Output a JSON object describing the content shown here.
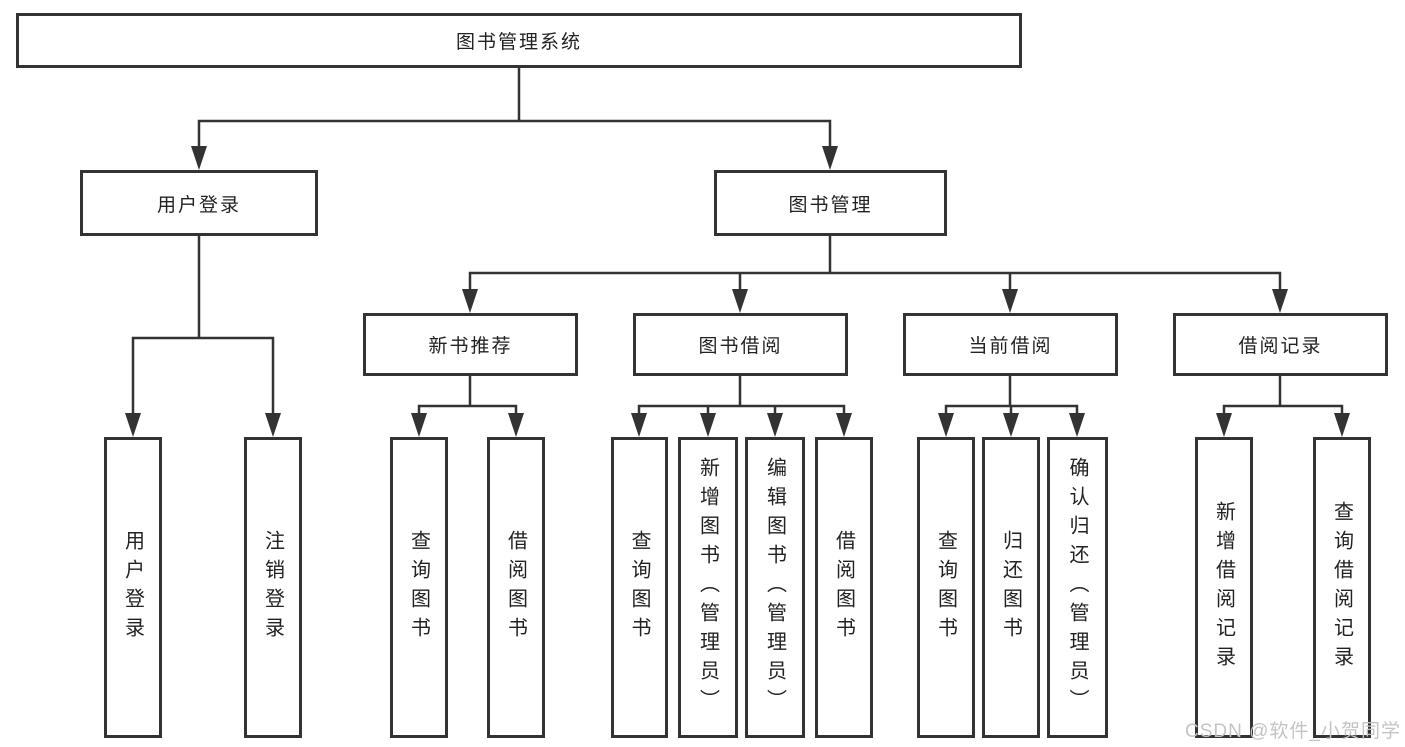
{
  "diagram": {
    "root": "图书管理系统",
    "login_branch": {
      "label": "用户登录",
      "children": [
        "用户登录",
        "注销登录"
      ]
    },
    "mgmt_branch": {
      "label": "图书管理",
      "groups": [
        {
          "label": "新书推荐",
          "children": [
            "查询图书",
            "借阅图书"
          ]
        },
        {
          "label": "图书借阅",
          "children": [
            "查询图书",
            "新增图书（管理员）",
            "编辑图书（管理员）",
            "借阅图书"
          ]
        },
        {
          "label": "当前借阅",
          "children": [
            "查询图书",
            "归还图书",
            "确认归还（管理员）"
          ]
        },
        {
          "label": "借阅记录",
          "children": [
            "新增借阅记录",
            "查询借阅记录"
          ]
        }
      ]
    }
  },
  "watermark": "CSDN @软件_小贺同学",
  "colors": {
    "line": "#333333",
    "text": "#222222",
    "box_bg": "#ffffff",
    "watermark": "#c4c4c4"
  }
}
